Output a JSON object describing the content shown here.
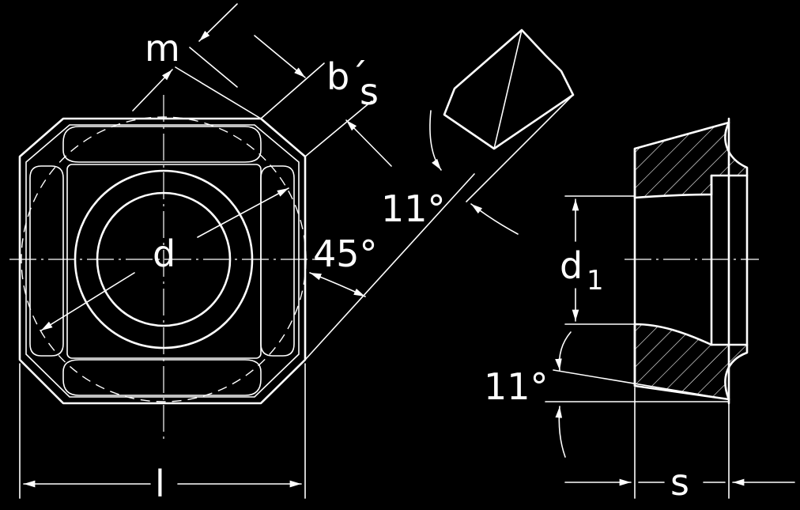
{
  "labels": {
    "m": "m",
    "b_s": "b´",
    "b_s_sub": "s",
    "d": "d",
    "angle_45": "45°",
    "angle_11_top": "11°",
    "d1": "d",
    "d1_sub": "1",
    "angle_11_side": "11°",
    "l": "l",
    "s": "s"
  },
  "colors": {
    "background": "#000000",
    "line": "#ffffff"
  }
}
